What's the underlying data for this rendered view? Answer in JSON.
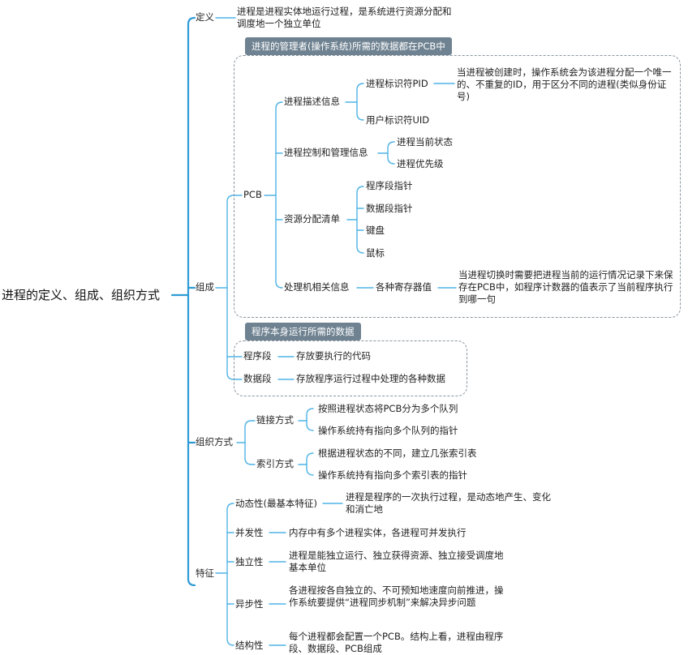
{
  "root": "进程的定义、组成、组织方式",
  "definition": {
    "label": "定义",
    "text": "进程是进程实体地运行过程，是系统进行资源分配和调度地一个独立单位"
  },
  "composition": {
    "label": "组成",
    "pcb_callout": "进程的管理者(操作系统)所需的数据都在PCB中",
    "pcb": {
      "label": "PCB",
      "descriptor": {
        "label": "进程描述信息",
        "pid": "进程标识符PID",
        "pid_note": "当进程被创建时，操作系统会为该进程分配一个唯一的、不重复的ID，用于区分不同的进程(类似身份证号)",
        "uid": "用户标识符UID"
      },
      "control": {
        "label": "进程控制和管理信息",
        "state": "进程当前状态",
        "priority": "进程优先级"
      },
      "resources": {
        "label": "资源分配清单",
        "items": [
          "程序段指针",
          "数据段指针",
          "键盘",
          "鼠标"
        ]
      },
      "processor": {
        "label": "处理机相关信息",
        "registers": "各种寄存器值",
        "registers_note": "当进程切换时需要把进程当前的运行情况记录下来保存在PCB中，如程序计数器的值表示了当前程序执行到哪一句"
      }
    },
    "self_callout": "程序本身运行所需的数据",
    "program_segment": {
      "label": "程序段",
      "desc": "存放要执行的代码"
    },
    "data_segment": {
      "label": "数据段",
      "desc": "存放程序运行过程中处理的各种数据"
    }
  },
  "organization": {
    "label": "组织方式",
    "link": {
      "label": "链接方式",
      "items": [
        "按照进程状态将PCB分为多个队列",
        "操作系统持有指向多个队列的指针"
      ]
    },
    "index": {
      "label": "索引方式",
      "items": [
        "根据进程状态的不同，建立几张索引表",
        "操作系统持有指向多个索引表的指针"
      ]
    }
  },
  "features": {
    "label": "特征",
    "items": [
      {
        "label": "动态性(最基本特征)",
        "desc": "进程是程序的一次执行过程，是动态地产生、变化和消亡地"
      },
      {
        "label": "并发性",
        "desc": "内存中有多个进程实体，各进程可并发执行"
      },
      {
        "label": "独立性",
        "desc": "进程是能独立运行、独立获得资源、独立接受调度地基本单位"
      },
      {
        "label": "异步性",
        "desc": "各进程按各自独立的、不可预知地速度向前推进，操作系统要提供“进程同步机制”来解决异步问题"
      },
      {
        "label": "结构性",
        "desc": "每个进程都会配置一个PCB。结构上看，进程由程序段、数据段、PCB组成"
      }
    ]
  },
  "colors": {
    "main_branch": "#2f9bd6",
    "sub_branch": "#4fb3e6",
    "callout_bg": "#6f8291",
    "box_border": "#8a969e"
  }
}
